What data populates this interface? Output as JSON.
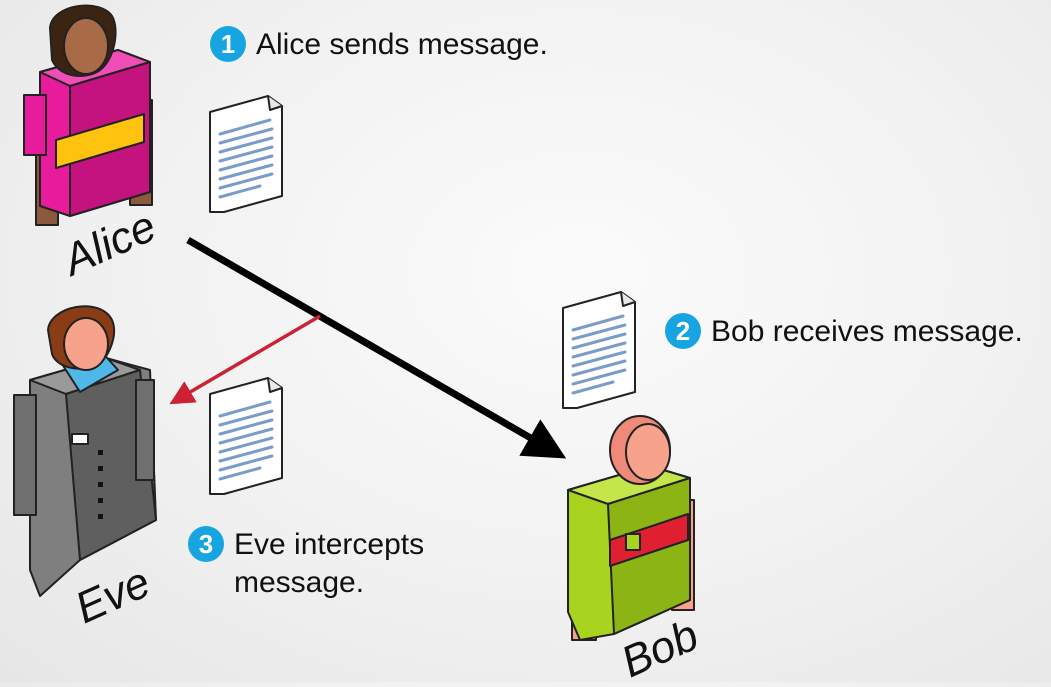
{
  "people": {
    "alice": {
      "name": "Alice"
    },
    "bob": {
      "name": "Bob"
    },
    "eve": {
      "name": "Eve"
    }
  },
  "steps": [
    {
      "number": "1",
      "text": "Alice sends message."
    },
    {
      "number": "2",
      "text": "Bob receives message."
    },
    {
      "number": "3",
      "text": "Eve intercepts\nmessage."
    }
  ],
  "colors": {
    "badge": "#17a5e2",
    "main_arrow": "#000000",
    "intercept_arrow": "#cc2233",
    "alice_shirt": "#e61c9c",
    "alice_band": "#ffc20e",
    "bob_shirt": "#a8d41f",
    "bob_band": "#e02030",
    "eve_suit": "#7f7f7f",
    "eve_collar": "#4fb8e8",
    "document_lines": "#7a9cc8"
  }
}
